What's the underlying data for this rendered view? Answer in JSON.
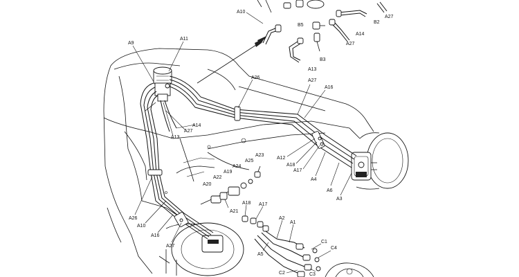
{
  "labels": [
    {
      "text": "A10"
    },
    {
      "text": "B5"
    },
    {
      "text": "B2"
    },
    {
      "text": "A27"
    },
    {
      "text": "A14"
    },
    {
      "text": "A27"
    },
    {
      "text": "B3"
    },
    {
      "text": "A13"
    },
    {
      "text": "A9"
    },
    {
      "text": "A11"
    },
    {
      "text": "A26"
    },
    {
      "text": "A27"
    },
    {
      "text": "A16"
    },
    {
      "text": "A14"
    },
    {
      "text": "A27"
    },
    {
      "text": "A13"
    },
    {
      "text": "A12"
    },
    {
      "text": "A18"
    },
    {
      "text": "A17"
    },
    {
      "text": "A4"
    },
    {
      "text": "A6"
    },
    {
      "text": "A3"
    },
    {
      "text": "A23"
    },
    {
      "text": "A25"
    },
    {
      "text": "A24"
    },
    {
      "text": "A19"
    },
    {
      "text": "A22"
    },
    {
      "text": "A20"
    },
    {
      "text": "A21"
    },
    {
      "text": "A26"
    },
    {
      "text": "A10"
    },
    {
      "text": "A16"
    },
    {
      "text": "A27"
    },
    {
      "text": "A18"
    },
    {
      "text": "A17"
    },
    {
      "text": "A2"
    },
    {
      "text": "A1"
    },
    {
      "text": "A5"
    },
    {
      "text": "C1"
    },
    {
      "text": "C4"
    },
    {
      "text": "C2"
    },
    {
      "text": "C3"
    }
  ]
}
